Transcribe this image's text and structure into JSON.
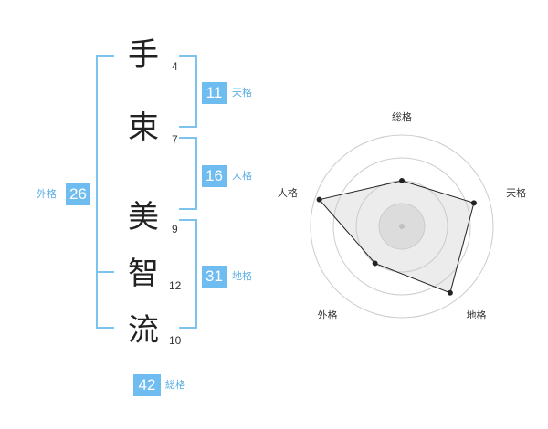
{
  "name_chars": [
    {
      "char": "手",
      "strokes": "4"
    },
    {
      "char": "束",
      "strokes": "7"
    },
    {
      "char": "美",
      "strokes": "9"
    },
    {
      "char": "智",
      "strokes": "12"
    },
    {
      "char": "流",
      "strokes": "10"
    }
  ],
  "kakusu": {
    "tenkaku": {
      "value": "11",
      "label": "天格"
    },
    "jinkaku": {
      "value": "16",
      "label": "人格"
    },
    "chikaku": {
      "value": "31",
      "label": "地格"
    },
    "gaikaku": {
      "value": "26",
      "label": "外格"
    },
    "soukaku": {
      "value": "42",
      "label": "総格"
    }
  },
  "colors": {
    "accent": "#6ebcf0",
    "bracket": "#7dc3ee"
  },
  "chart_data": {
    "type": "radar",
    "axes": [
      "総格",
      "天格",
      "地格",
      "外格",
      "人格"
    ],
    "values": [
      0.5,
      0.83,
      0.9,
      0.5,
      0.95
    ],
    "rings": 4,
    "grid": true
  }
}
